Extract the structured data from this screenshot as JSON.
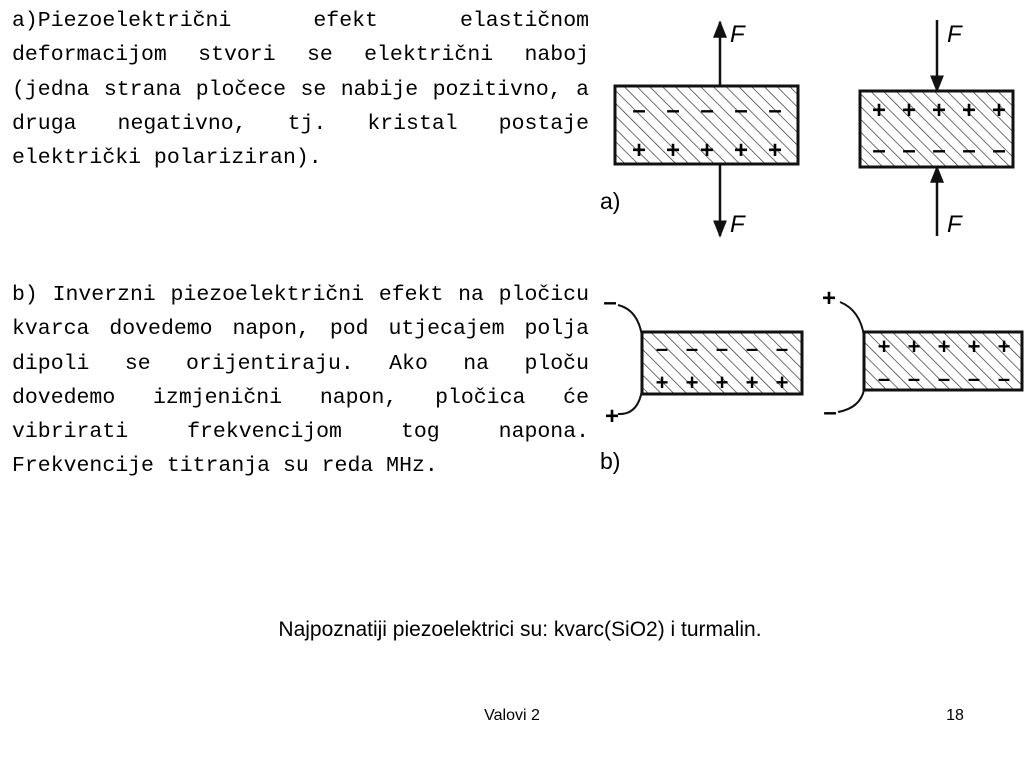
{
  "paragraph_a": "a)Piezoelektrični efekt elastičnom deformacijom stvori se električni naboj (jedna strana pločece se nabije pozitivno, a druga negativno, tj. kristal postaje električki polariziran).",
  "paragraph_b": "b) Inverzni piezoelektrični efekt na pločicu kvarca dovedemo napon, pod utjecajem polja dipoli se orijentiraju. Ako na ploču dovedemo izmjenični napon, pločica će vibrirati frekvencijom tog napona. Frekvencije titranja su reda MHz.",
  "figure_a": {
    "label": "a)",
    "force_label": "F",
    "left_plate": {
      "top_row": [
        "–",
        "–",
        "–",
        "–",
        "–"
      ],
      "bottom_row": [
        "+",
        "+",
        "+",
        "+",
        "+"
      ]
    },
    "right_plate": {
      "top_row": [
        "+",
        "+",
        "+",
        "+",
        "+"
      ],
      "bottom_row": [
        "–",
        "–",
        "–",
        "–",
        "–"
      ]
    }
  },
  "figure_b": {
    "label": "b)",
    "left_top_sign": "–",
    "left_bottom_sign": "+",
    "right_top_sign": "+",
    "right_bottom_sign": "–",
    "left_plate": {
      "top_row": [
        "–",
        "–",
        "–",
        "–",
        "–"
      ],
      "bottom_row": [
        "+",
        "+",
        "+",
        "+",
        "+"
      ]
    },
    "right_plate": {
      "top_row": [
        "+",
        "+",
        "+",
        "+",
        "+"
      ],
      "bottom_row": [
        "–",
        "–",
        "–",
        "–",
        "–"
      ]
    }
  },
  "footnote": "Najpoznatiji piezoelektrici su: kvarc(SiO2) i turmalin.",
  "footer": {
    "center_text": "Valovi 2",
    "page_number": "18"
  }
}
